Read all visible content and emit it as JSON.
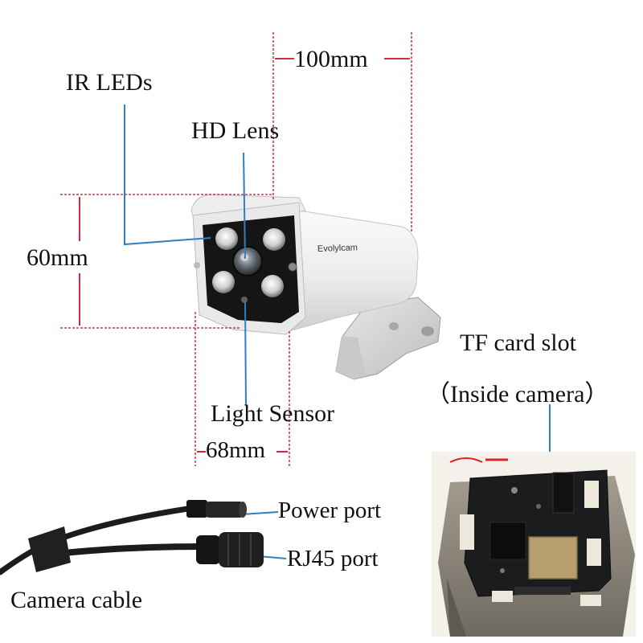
{
  "labels": {
    "ir_leds": "IR LEDs",
    "hd_lens": "HD Lens",
    "light_sensor": "Light Sensor",
    "tf_card_slot": "TF card slot",
    "inside_camera": "（Inside camera）",
    "power_port": "Power port",
    "rj45_port": "RJ45 port",
    "camera_cable": "Camera cable"
  },
  "dimensions": {
    "length": "100mm",
    "height": "60mm",
    "depth": "68mm"
  },
  "brand": {
    "logo_text": "Evolylcam"
  },
  "colors": {
    "dimension_line": "#c8102e",
    "callout_line": "#2f7fc1",
    "camera_body": "#f1f1f1",
    "camera_face": "#151515",
    "ir_led": "#cfcfcf",
    "pcb": "#1a1c1e",
    "housing": "#8f8a7e",
    "cable": "#1c1c1c"
  }
}
